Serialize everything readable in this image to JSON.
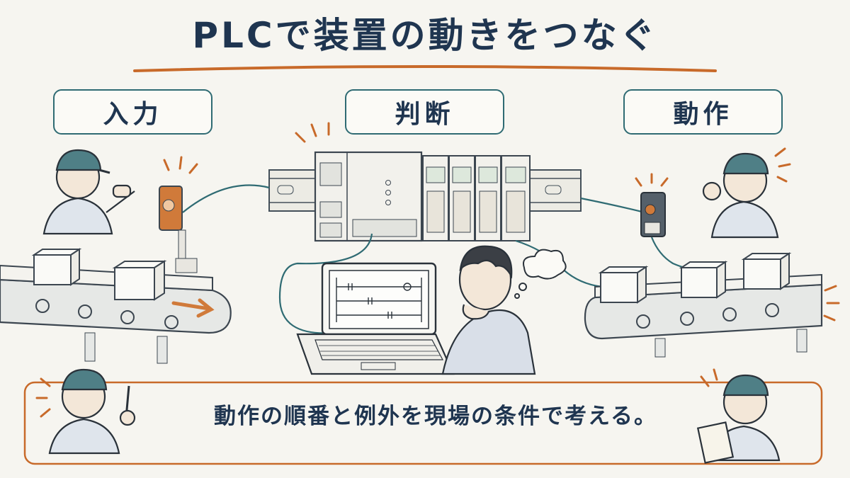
{
  "title": "PLCで装置の動きをつなぐ",
  "labels": {
    "input": "入力",
    "judgment": "判断",
    "action": "動作"
  },
  "caption": "動作の順番と例外を現場の条件で考える。",
  "colors": {
    "ink": "#1f3550",
    "teal": "#2f6b73",
    "accent_orange": "#c86a2a",
    "paper": "#f6f5f0"
  }
}
